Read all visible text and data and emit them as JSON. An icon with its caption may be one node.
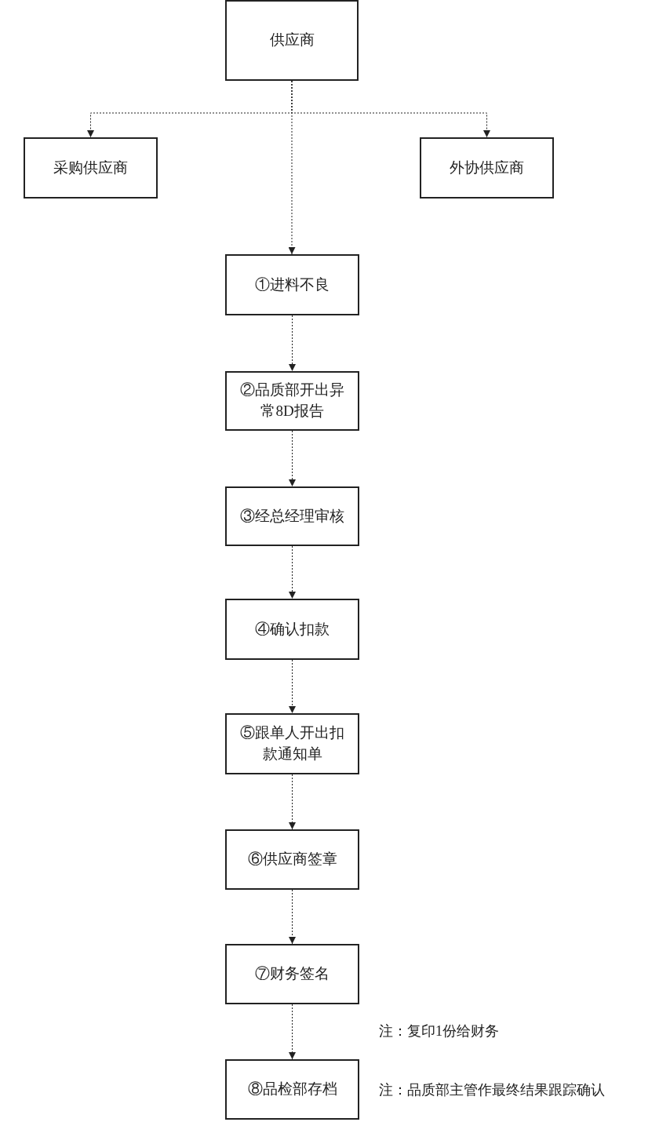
{
  "diagram": {
    "nodes": [
      {
        "text": [
          "供应商"
        ]
      },
      {
        "text": [
          "采购供应商"
        ]
      },
      {
        "text": [
          "外协供应商"
        ]
      },
      {
        "text": [
          "①进料不良"
        ]
      },
      {
        "text": [
          "②品质部开出异常8D报告"
        ]
      },
      {
        "text": [
          "③经总经理审核"
        ]
      },
      {
        "text": [
          "④确认扣款"
        ]
      },
      {
        "text": [
          "⑤跟单人开出扣款通知单"
        ]
      },
      {
        "text": [
          "⑥供应商签章"
        ]
      },
      {
        "text": [
          "⑦财务签名"
        ]
      },
      {
        "text": [
          "⑧品检部存档"
        ]
      }
    ],
    "edges": [
      {
        "from": 0,
        "to": 1,
        "arrow": "to",
        "style": "dashed"
      },
      {
        "from": 0,
        "to": 2,
        "arrow": "to",
        "style": "dashed"
      },
      {
        "from": 0,
        "to": 3,
        "arrow": "to",
        "style": "dashed"
      },
      {
        "from": 3,
        "to": 4,
        "arrow": "to",
        "style": "dashed"
      },
      {
        "from": 4,
        "to": 5,
        "arrow": "to",
        "style": "dashed"
      },
      {
        "from": 5,
        "to": 6,
        "arrow": "to",
        "style": "dashed"
      },
      {
        "from": 6,
        "to": 7,
        "arrow": "to",
        "style": "dashed"
      },
      {
        "from": 7,
        "to": 8,
        "arrow": "to",
        "style": "dashed"
      },
      {
        "from": 8,
        "to": 9,
        "arrow": "to",
        "style": "dashed"
      },
      {
        "from": 9,
        "to": 10,
        "arrow": "to",
        "style": "dashed"
      }
    ],
    "labels": [
      "注：复印1份给财务",
      "注：品质部主管作最终结果跟踪确认"
    ]
  }
}
